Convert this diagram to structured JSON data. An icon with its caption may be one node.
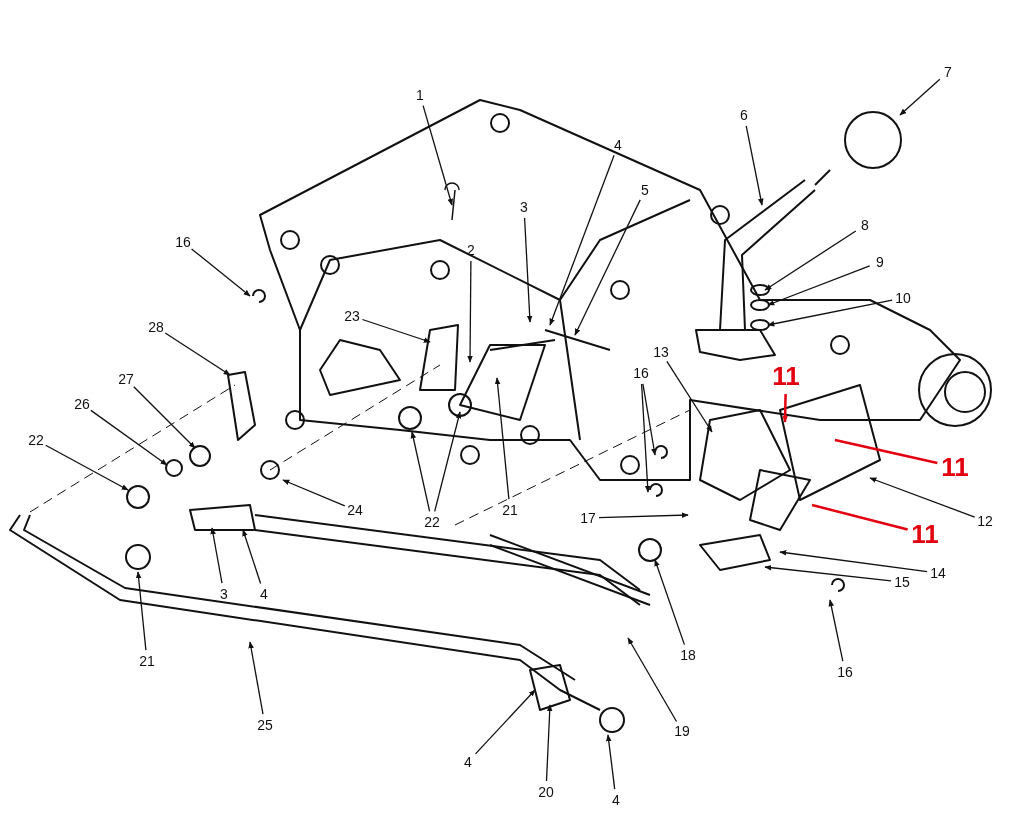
{
  "diagram": {
    "nodes": [
      {
        "text": [
          "7"
        ]
      },
      {
        "text": [
          "1"
        ]
      },
      {
        "text": [
          "6"
        ]
      },
      {
        "text": [
          "4"
        ]
      },
      {
        "text": [
          "5"
        ]
      },
      {
        "text": [
          "3"
        ]
      },
      {
        "text": [
          "8"
        ]
      },
      {
        "text": [
          "16"
        ]
      },
      {
        "text": [
          "2"
        ]
      },
      {
        "text": [
          "9"
        ]
      },
      {
        "text": [
          "10"
        ]
      },
      {
        "text": [
          "23"
        ]
      },
      {
        "text": [
          "28"
        ]
      },
      {
        "text": [
          "13"
        ]
      },
      {
        "text": [
          "16"
        ]
      },
      {
        "text": [
          "11"
        ]
      },
      {
        "text": [
          "27"
        ]
      },
      {
        "text": [
          "26"
        ]
      },
      {
        "text": [
          "22"
        ]
      },
      {
        "text": [
          "11"
        ]
      },
      {
        "text": [
          "24"
        ]
      },
      {
        "text": [
          "21"
        ]
      },
      {
        "text": [
          "17"
        ]
      },
      {
        "text": [
          "12"
        ]
      },
      {
        "text": [
          "22"
        ]
      },
      {
        "text": [
          "11"
        ]
      },
      {
        "text": [
          "14"
        ]
      },
      {
        "text": [
          "15"
        ]
      },
      {
        "text": [
          "3"
        ]
      },
      {
        "text": [
          "4"
        ]
      },
      {
        "text": [
          "18"
        ]
      },
      {
        "text": [
          "21"
        ]
      },
      {
        "text": [
          "16"
        ]
      },
      {
        "text": [
          "25"
        ]
      },
      {
        "text": [
          "19"
        ]
      },
      {
        "text": [
          "4"
        ]
      },
      {
        "text": [
          "20"
        ]
      },
      {
        "text": [
          "4"
        ]
      }
    ],
    "edges": [
      {
        "from": 0,
        "to": null,
        "arrow": "to"
      },
      {
        "from": 1,
        "to": null,
        "arrow": "to"
      },
      {
        "from": 2,
        "to": null,
        "arrow": "to"
      },
      {
        "from": 3,
        "to": null,
        "arrow": "to"
      },
      {
        "from": 4,
        "to": null,
        "arrow": "to"
      },
      {
        "from": 5,
        "to": null,
        "arrow": "to"
      },
      {
        "from": 6,
        "to": null,
        "arrow": "to"
      },
      {
        "from": 7,
        "to": null,
        "arrow": "to"
      },
      {
        "from": 8,
        "to": null,
        "arrow": "to"
      },
      {
        "from": 9,
        "to": null,
        "arrow": "to"
      },
      {
        "from": 10,
        "to": null,
        "arrow": "to"
      },
      {
        "from": 11,
        "to": null,
        "arrow": "to"
      },
      {
        "from": 12,
        "to": null,
        "arrow": "to"
      },
      {
        "from": 13,
        "to": null,
        "arrow": "to"
      },
      {
        "from": 14,
        "to": null,
        "arrow": "to"
      },
      {
        "from": 14,
        "to": null,
        "arrow": "to"
      },
      {
        "from": 15,
        "to": null,
        "arrow": "to",
        "color": "#e3000f"
      },
      {
        "from": 16,
        "to": null,
        "arrow": "to"
      },
      {
        "from": 17,
        "to": null,
        "arrow": "to"
      },
      {
        "from": 18,
        "to": null,
        "arrow": "to"
      },
      {
        "from": 19,
        "to": null,
        "arrow": "none",
        "color": "#e3000f"
      },
      {
        "from": 20,
        "to": null,
        "arrow": "to"
      },
      {
        "from": 21,
        "to": null,
        "arrow": "to"
      },
      {
        "from": 22,
        "to": null,
        "arrow": "to"
      },
      {
        "from": 23,
        "to": null,
        "arrow": "to"
      },
      {
        "from": 24,
        "to": null,
        "arrow": "to"
      },
      {
        "from": 24,
        "to": null,
        "arrow": "to"
      },
      {
        "from": 25,
        "to": null,
        "arrow": "none",
        "color": "#e3000f"
      },
      {
        "from": 26,
        "to": null,
        "arrow": "to"
      },
      {
        "from": 27,
        "to": null,
        "arrow": "to"
      },
      {
        "from": 28,
        "to": null,
        "arrow": "to"
      },
      {
        "from": 29,
        "to": null,
        "arrow": "to"
      },
      {
        "from": 30,
        "to": null,
        "arrow": "to"
      },
      {
        "from": 31,
        "to": null,
        "arrow": "to"
      },
      {
        "from": 32,
        "to": null,
        "arrow": "to"
      },
      {
        "from": 33,
        "to": null,
        "arrow": "to"
      },
      {
        "from": 34,
        "to": null,
        "arrow": "to"
      },
      {
        "from": 35,
        "to": null,
        "arrow": "to"
      },
      {
        "from": 36,
        "to": null,
        "arrow": "to"
      },
      {
        "from": 37,
        "to": null,
        "arrow": "to"
      }
    ]
  }
}
